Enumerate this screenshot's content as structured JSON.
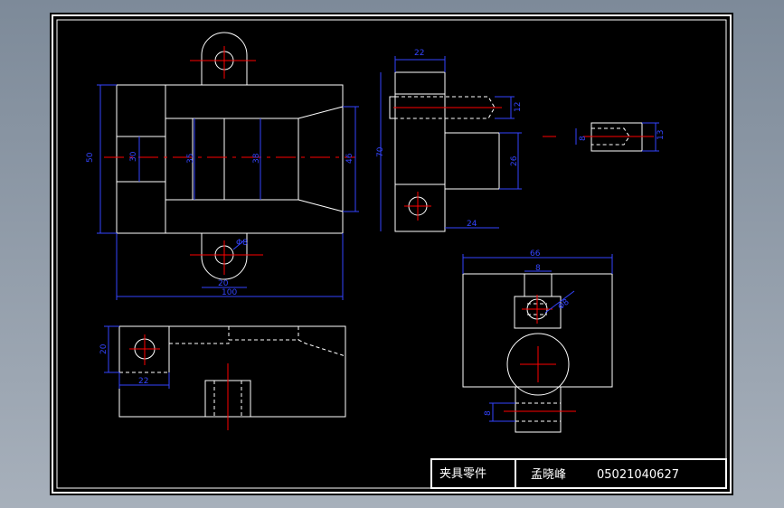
{
  "title_block": {
    "part_name": "夹具零件",
    "author": "孟晓峰",
    "student_id": "05021040627"
  },
  "dimensions": {
    "top_view": {
      "width": "100",
      "height_left": "50",
      "bore1": "30",
      "bore2": "35",
      "bore3": "38",
      "cone": "46",
      "lug_bottom": "20",
      "lug_hole": "Φ8"
    },
    "side_view": {
      "top_width": "22",
      "height": "70",
      "pin_dia": "12",
      "boss": "26",
      "bottom_width": "24"
    },
    "pin_detail": {
      "dia1": "8",
      "dia2": "13"
    },
    "front_view": {
      "lug_height": "20",
      "lug_width": "22"
    },
    "end_view": {
      "width": "66",
      "slot": "8",
      "hole": "Φ8",
      "base_height": "8"
    }
  }
}
